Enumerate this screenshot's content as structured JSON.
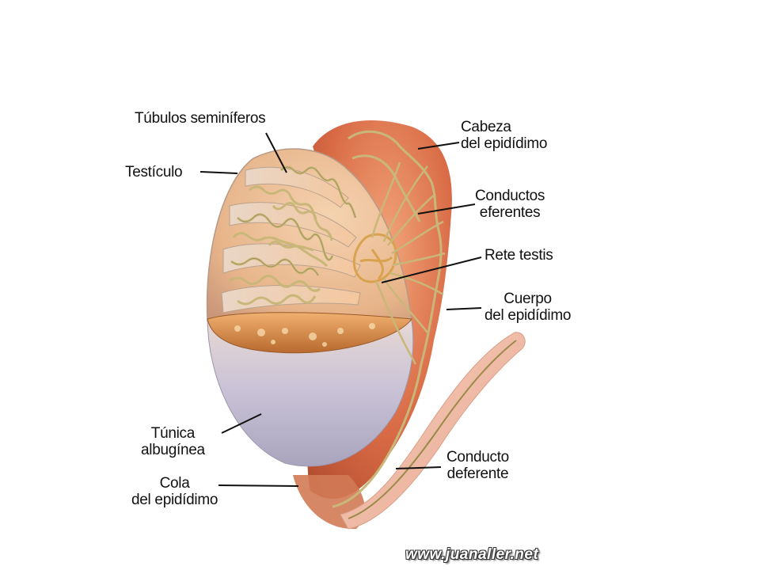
{
  "labels": {
    "tubulos": "Túbulos seminíferos",
    "testiculo": "Testículo",
    "cabeza_l1": "Cabeza",
    "cabeza_l2": "del epidídimo",
    "conductos_l1": "Conductos",
    "conductos_l2": "eferentes",
    "rete": "Rete testis",
    "cuerpo_l1": "Cuerpo",
    "cuerpo_l2": "del epidídimo",
    "tunica_l1": "Túnica",
    "tunica_l2": "albugínea",
    "cola_l1": "Cola",
    "cola_l2": "del epidídimo",
    "deferente_l1": "Conducto",
    "deferente_l2": "deferente"
  },
  "watermark": "www.juanaller.net",
  "colors": {
    "epididymis": "#d9734a",
    "tubule": "#c9b77a",
    "testis_glass": "#c8c4d6",
    "rete": "#d9a24e",
    "leader": "#111111"
  }
}
